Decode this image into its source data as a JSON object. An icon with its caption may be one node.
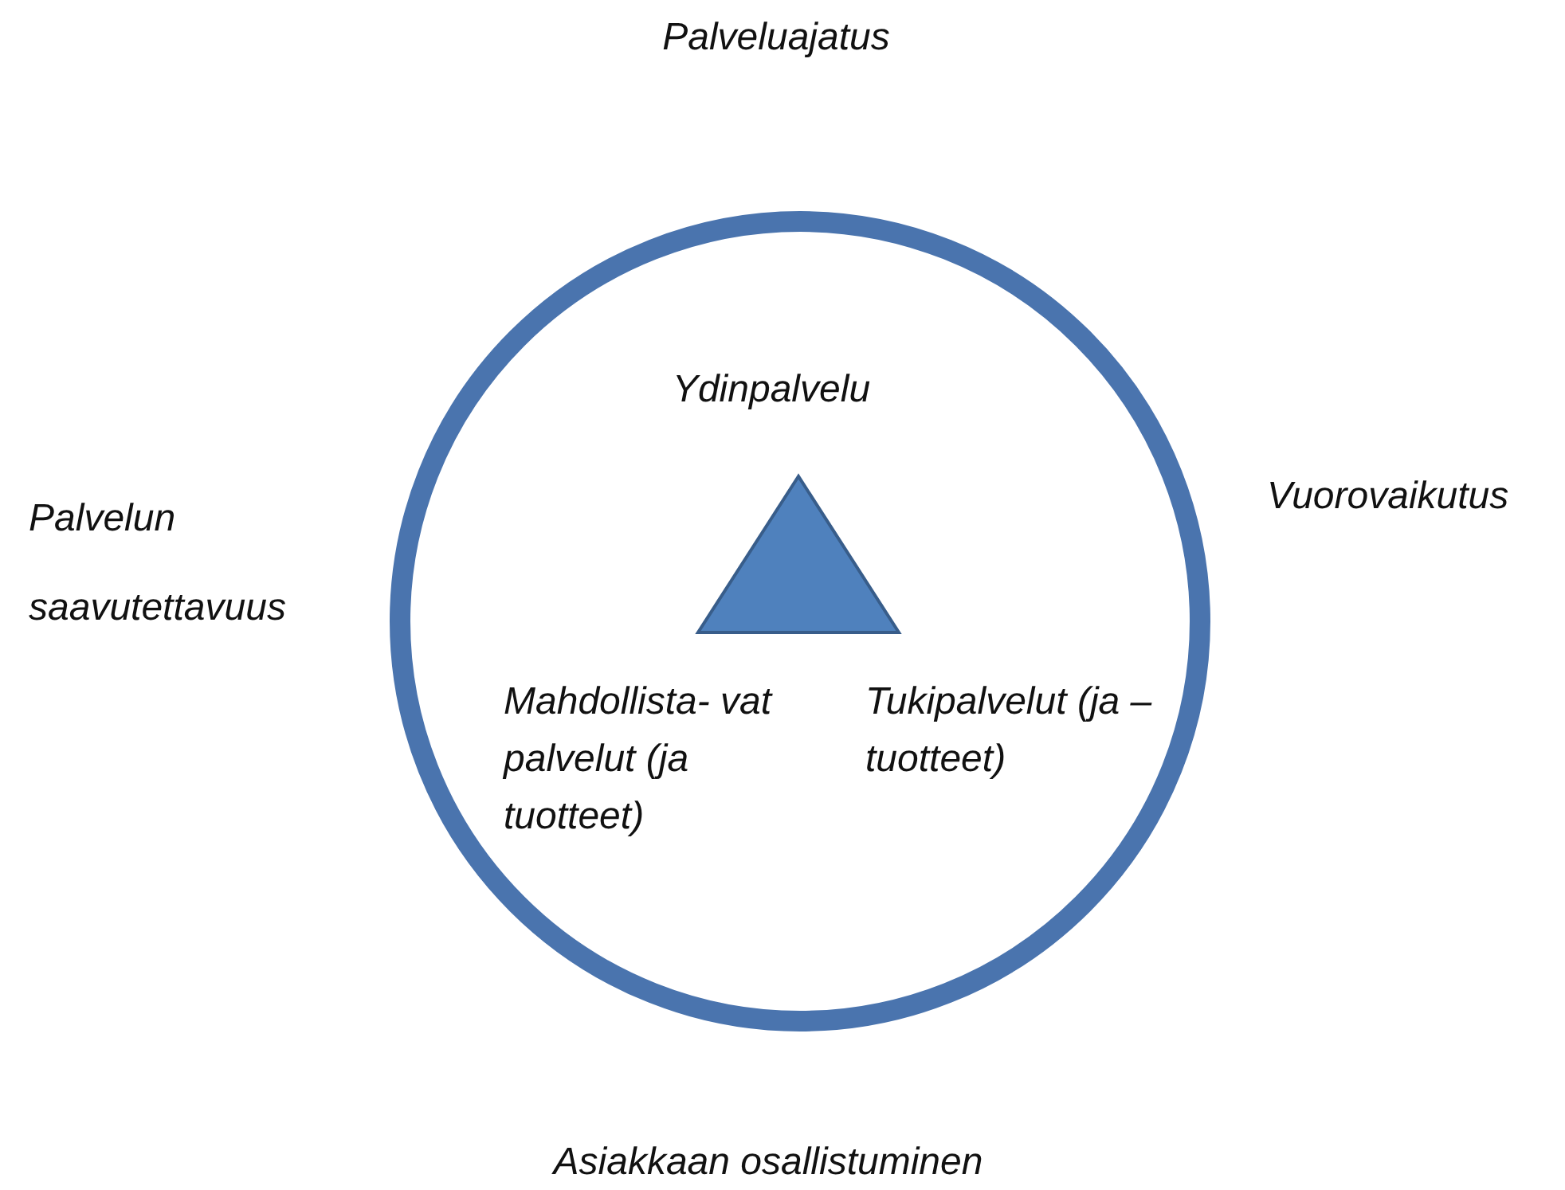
{
  "diagram": {
    "nodes": [
      {
        "text": [
          "Ydinpalvelu",
          "Mahdollista- vat palvelut (ja tuotteet)",
          "Tukipalvelut (ja –tuotteet)"
        ]
      },
      {
        "text": [],
        "shape": "triangle",
        "in": 0
      }
    ],
    "labels": [
      "Palveluajatus",
      "Palvelun saavutettavuus",
      "Vuorovaikutus",
      "Asiakkaan osallistuminen"
    ]
  }
}
